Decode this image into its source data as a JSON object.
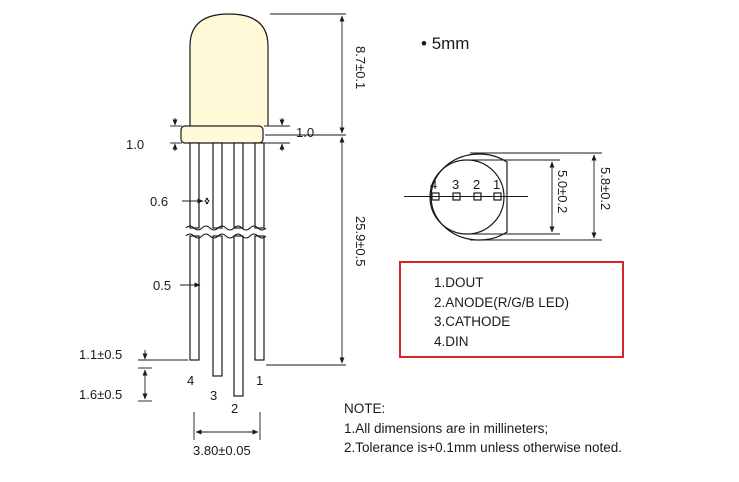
{
  "size_label": "5mm",
  "dimensions": {
    "height_dome": "8.7±0.1",
    "rim_right": "1.0",
    "rim_left": "1.0",
    "lead_wide": "0.6",
    "lead_length": "25.9±0.5",
    "lead_narrow": "0.5",
    "stagger_top": "1.1±0.5",
    "stagger_bottom": "1.6±0.5",
    "pitch_total": "3.80±0.05",
    "inner_diameter": "5.0±0.2",
    "outer_diameter": "5.8±0.2"
  },
  "lead_numbers": [
    "4",
    "3",
    "2",
    "1"
  ],
  "bottom_view_numbers": [
    "4",
    "3",
    "2",
    "1"
  ],
  "pinout": [
    "1.DOUT",
    "2.ANODE(R/G/B LED)",
    "3.CATHODE",
    "4.DIN"
  ],
  "note": {
    "title": "NOTE:",
    "lines": [
      "1.All dimensions are in millineters;",
      "2.Tolerance is+0.1mm unless otherwise noted."
    ]
  },
  "colors": {
    "dome_fill": "#fff9d8",
    "pinbox_border": "#d6252b",
    "line": "#1a1a1a"
  }
}
